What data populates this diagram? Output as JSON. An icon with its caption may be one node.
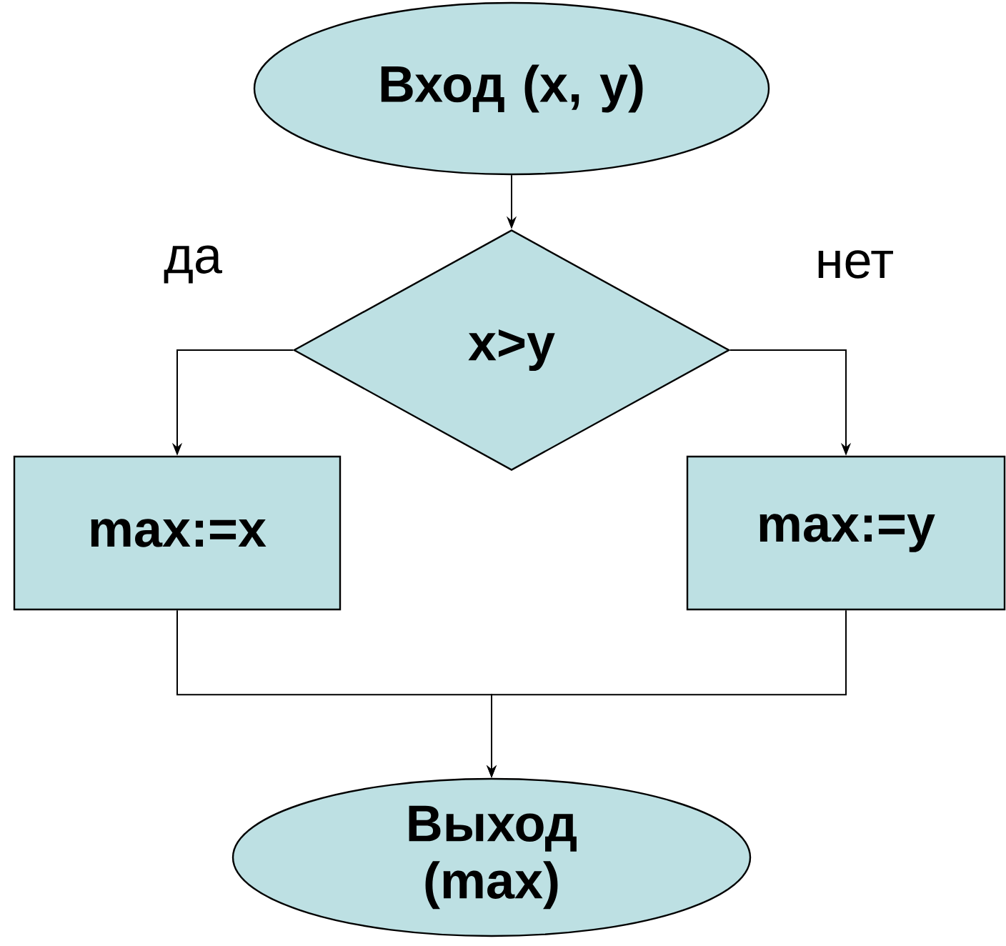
{
  "diagram": {
    "nodes": [
      {
        "text": [
          "Вход (x, y)"
        ]
      },
      {
        "text": [
          "x>y"
        ]
      },
      {
        "text": [
          "max:=x"
        ]
      },
      {
        "text": [
          "max:=y"
        ]
      },
      {
        "text": [
          "Выход (max)"
        ]
      }
    ],
    "edges": [
      {
        "from": 0,
        "to": 1,
        "arrow": "to"
      },
      {
        "from": 1,
        "to": 2,
        "arrow": "to",
        "label": "да"
      },
      {
        "from": 1,
        "to": 3,
        "arrow": "to",
        "label": "нет"
      },
      {
        "from": 2,
        "to": 4,
        "arrow": "to"
      },
      {
        "from": 3,
        "to": 4,
        "arrow": "to"
      }
    ]
  }
}
